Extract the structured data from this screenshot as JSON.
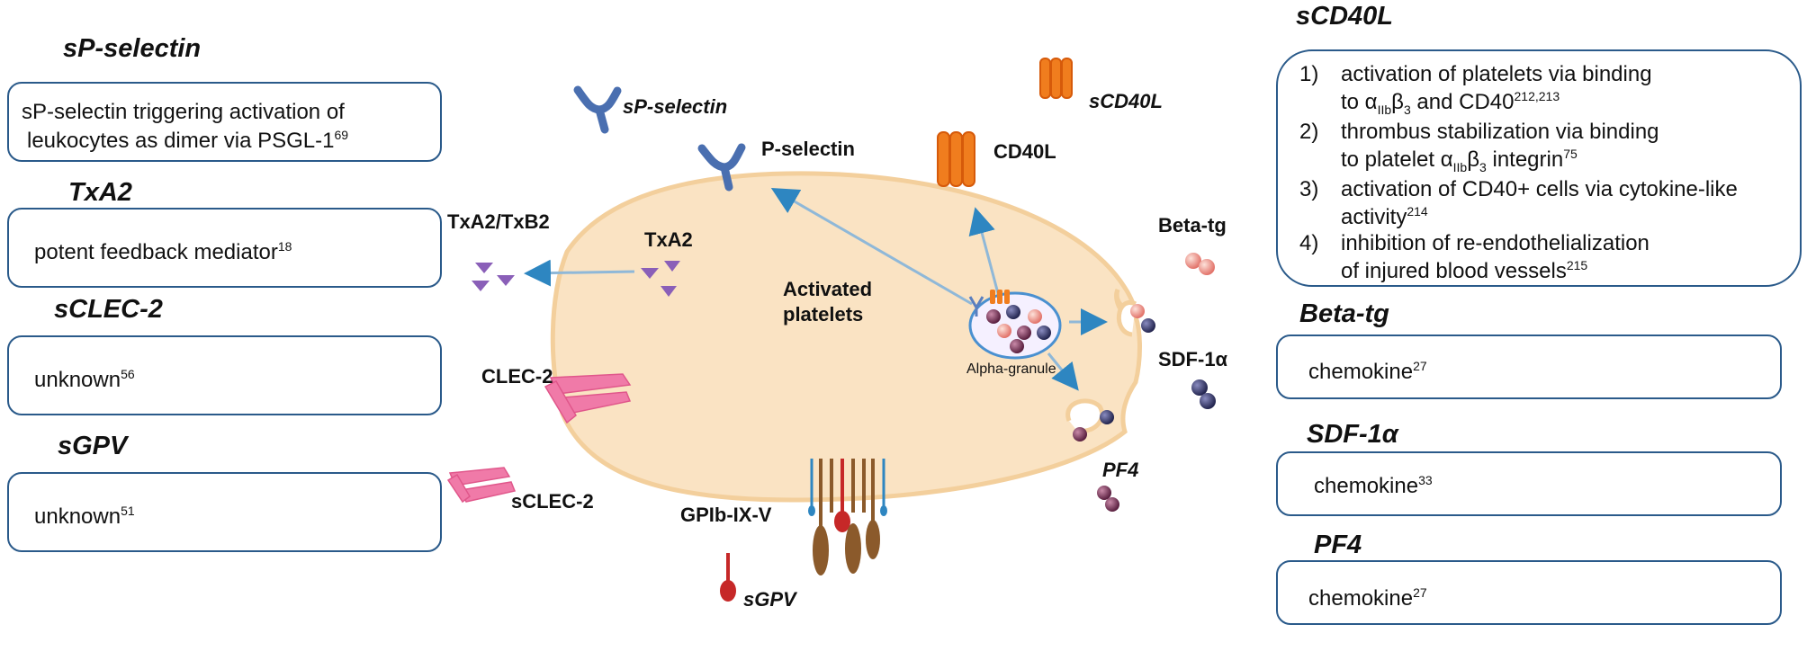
{
  "left": {
    "sp_selectin": {
      "title": "sP-selectin",
      "line1": "sP-selectin triggering activation of",
      "line2": "leukocytes as dimer via PSGL-1",
      "ref": "69"
    },
    "txa2": {
      "title": "TxA2",
      "text": "potent feedback mediator",
      "ref": "18"
    },
    "sclec2": {
      "title": "sCLEC-2",
      "text": "unknown",
      "ref": "56"
    },
    "sgpv": {
      "title": "sGPV",
      "text": "unknown",
      "ref": "51"
    }
  },
  "right": {
    "scd40l": {
      "title": "sCD40L",
      "items": [
        {
          "num": "1)",
          "line1": "activation of platelets via binding",
          "line2_pre": "to α",
          "line2_sub1": "IIb",
          "line2_mid": "β",
          "line2_sub2": "3",
          "line2_post": " and CD40",
          "line2_ref": "212,213"
        },
        {
          "num": "2)",
          "line1": "thrombus stabilization via binding",
          "line2_pre": "to platelet α",
          "line2_sub1": "IIb",
          "line2_mid": "β",
          "line2_sub2": "3",
          "line2_post": " integrin",
          "line2_ref": "75"
        },
        {
          "num": "3)",
          "line1": "activation of CD40+ cells via cytokine-like",
          "line2": "activity",
          "line2_ref": "214"
        },
        {
          "num": "4)",
          "line1": "inhibition  of  re-endothelialization",
          "line2": "of  injured  blood  vessels",
          "line2_ref": "215"
        }
      ]
    },
    "beta_tg": {
      "title": "Beta-tg",
      "text": "chemokine",
      "ref": "27"
    },
    "sdf1a": {
      "title": "SDF-1α",
      "text": "chemokine",
      "ref": "33"
    },
    "pf4": {
      "title": "PF4",
      "text": "chemokine",
      "ref": "27"
    }
  },
  "diagram": {
    "sp_selectin": "sP-selectin",
    "p_selectin": "P-selectin",
    "cd40l": "CD40L",
    "scd40l": "sCD40L",
    "txa2_txb2": "TxA2/TxB2",
    "txa2": "TxA2",
    "activated_line1": "Activated",
    "activated_line2": "platelets",
    "alpha_granule": "Alpha-granule",
    "beta_tg": "Beta-tg",
    "sdf1a": "SDF-1α",
    "pf4": "PF4",
    "clec2": "CLEC-2",
    "sclec2": "sCLEC-2",
    "gpib": "GPIb-IX-V",
    "sgpv": "sGPV"
  },
  "colors": {
    "box_border": "#2a5a8a",
    "cell_fill": "#fae3c3",
    "cell_stroke": "#f3cf9c",
    "arrow": "#2e86c1",
    "orange": "#f07d1e",
    "pink": "#f07aa8",
    "purple": "#8a5fb8",
    "navy": "#2d2f63",
    "salmon": "#f0a090",
    "maroon": "#6e2e52",
    "brown": "#8b5a2b",
    "red": "#c62828"
  }
}
